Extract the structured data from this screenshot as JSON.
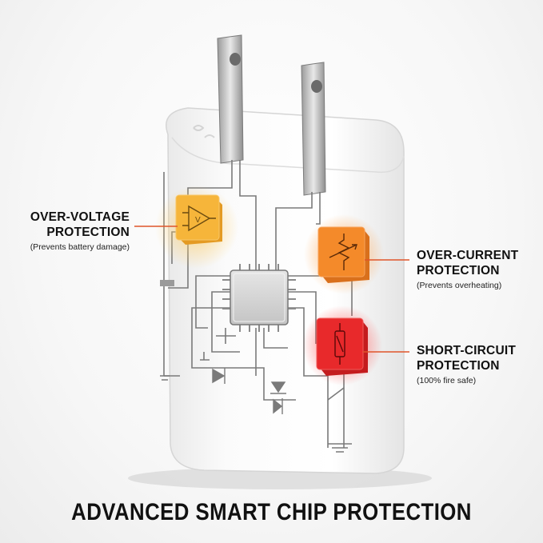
{
  "labels": {
    "over_voltage": {
      "line1": "OVER-VOLTAGE",
      "line2": "PROTECTION",
      "note": "(Prevents battery damage)"
    },
    "over_current": {
      "line1": "OVER-CURRENT",
      "line2": "PROTECTION",
      "note": "(Prevents overheating)"
    },
    "short_circuit": {
      "line1": "SHORT-CIRCUIT",
      "line2": "PROTECTION",
      "note": "(100% fire safe)"
    }
  },
  "headline": "ADVANCED SMART CHIP PROTECTION",
  "chip_symbols": {
    "voltage": "V"
  },
  "colors": {
    "voltage_chip": "#f6b53a",
    "current_chip": "#f48a2a",
    "short_chip": "#e8292b",
    "leader_line": "#e0552a",
    "circuit": "#7a7a7a"
  }
}
